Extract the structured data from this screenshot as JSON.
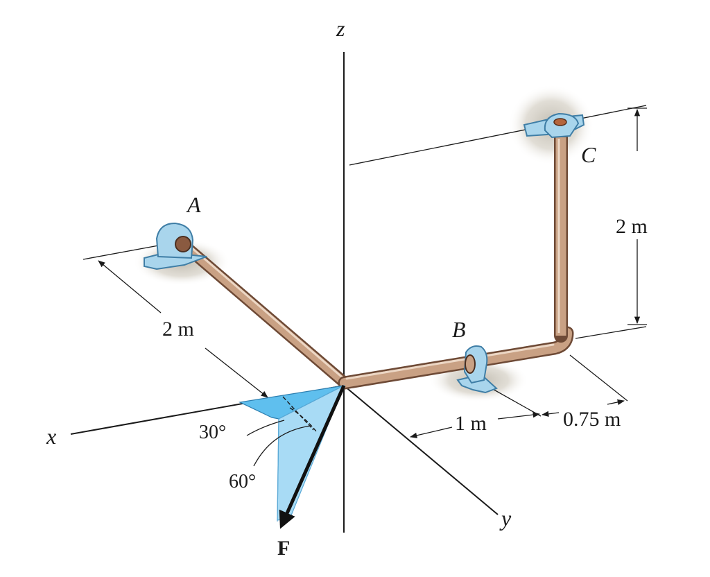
{
  "labels": {
    "axis_x": "x",
    "axis_y": "y",
    "axis_z": "z",
    "point_a": "A",
    "point_b": "B",
    "point_c": "C",
    "force": "F"
  },
  "dimensions": {
    "oa_length": "2 m",
    "c_height": "2 m",
    "ob_length": "1 m",
    "b_to_bend": "0.75 m"
  },
  "angles": {
    "alpha": "30°",
    "beta": "60°"
  },
  "colors": {
    "pipe": "#c9a184",
    "pipe_edge": "#6e4a36",
    "bracket": "#a9d5ec",
    "bracket_edge": "#3f7ea6",
    "force_plane": "#a8dbf5",
    "force_plane_dark": "#5fbfee",
    "shadow": "#cfcabf",
    "line": "#1a1a1a"
  }
}
